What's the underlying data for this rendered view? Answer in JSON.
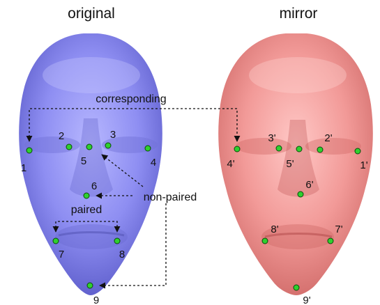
{
  "titles": {
    "left": "original",
    "right": "mirror"
  },
  "annotations": {
    "corresponding": "corresponding",
    "non_paired": "non-paired",
    "paired": "paired"
  },
  "colors": {
    "original_face": "#8f8ff0",
    "mirror_face": "#f09a98",
    "landmark": "#2fd02f",
    "arrow": "#111111"
  },
  "landmarks": {
    "original": [
      "1",
      "2",
      "3",
      "4",
      "5",
      "6",
      "7",
      "8",
      "9"
    ],
    "mirror": [
      "4'",
      "3'",
      "2'",
      "1'",
      "5'",
      "6'",
      "8'",
      "7'",
      "9'"
    ]
  }
}
